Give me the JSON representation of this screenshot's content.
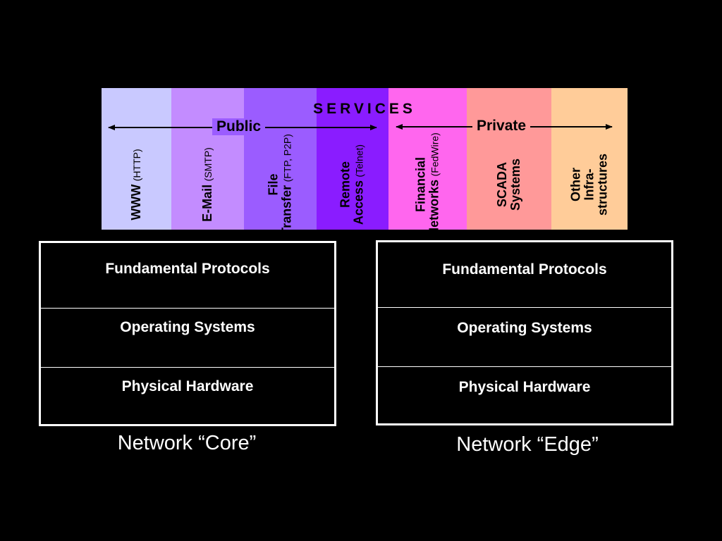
{
  "services": {
    "title": "SERVICES",
    "public_label": "Public",
    "private_label": "Private",
    "columns": [
      {
        "name": [
          "WWW"
        ],
        "sub": "(HTTP)",
        "color": "#c9c9ff"
      },
      {
        "name": [
          "E-Mail"
        ],
        "sub": "(SMTP)",
        "color": "#c38cff"
      },
      {
        "name": [
          "File",
          "Transfer"
        ],
        "sub": "(FTP, P2P)",
        "color": "#9b5cff"
      },
      {
        "name": [
          "Remote",
          "Access"
        ],
        "sub": "(Telnet)",
        "color": "#8a1cff"
      },
      {
        "name": [
          "Financial",
          "Networks"
        ],
        "sub": "(FedWire)",
        "color": "#ff66ee"
      },
      {
        "name": [
          "SCADA",
          "Systems"
        ],
        "sub": "",
        "color": "#ff9999"
      },
      {
        "name": [
          "Other",
          "Infra-",
          "structures"
        ],
        "sub": "",
        "color": "#ffcc99"
      }
    ]
  },
  "core": {
    "layers": [
      "Fundamental Protocols",
      "Operating Systems",
      "Physical Hardware"
    ],
    "caption": "Network “Core”"
  },
  "edge": {
    "layers": [
      "Fundamental Protocols",
      "Operating Systems",
      "Physical Hardware"
    ],
    "caption": "Network “Edge”"
  }
}
